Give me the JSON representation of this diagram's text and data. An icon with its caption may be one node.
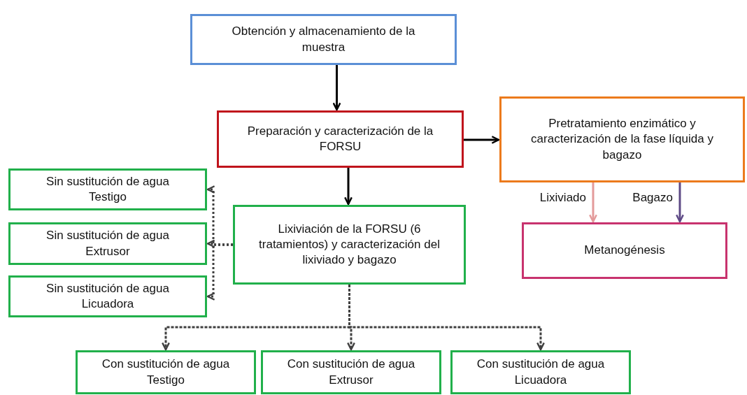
{
  "diagram": {
    "nodes": [
      {
        "text": [
          "Obtención y almacenamiento de la muestra"
        ]
      },
      {
        "text": [
          "Preparación y caracterización  de la FORSU"
        ]
      },
      {
        "text": [
          "Pretratamiento enzimático y caracterización de la fase líquida y bagazo"
        ]
      },
      {
        "text": [
          "Sin sustitución de agua Testigo"
        ]
      },
      {
        "text": [
          "Sin sustitución de agua Extrusor"
        ]
      },
      {
        "text": [
          "Sin sustitución de agua Licuadora"
        ]
      },
      {
        "text": [
          "Lixiviación de la FORSU (6 tratamientos) y caracterización del lixiviado y bagazo"
        ]
      },
      {
        "text": [
          "Metanogénesis"
        ]
      },
      {
        "text": [
          "Con sustitución de agua Testigo"
        ]
      },
      {
        "text": [
          "Con sustitución de agua Extrusor"
        ]
      },
      {
        "text": [
          "Con sustitución de agua Licuadora"
        ]
      }
    ],
    "edges": [
      {
        "from": 0,
        "to": 1,
        "arrow": "to"
      },
      {
        "from": 1,
        "to": 2,
        "arrow": "to"
      },
      {
        "from": 1,
        "to": 6,
        "arrow": "to"
      },
      {
        "from": 6,
        "to": 3,
        "arrow": "to",
        "style": "dashed"
      },
      {
        "from": 6,
        "to": 4,
        "arrow": "to",
        "style": "dashed"
      },
      {
        "from": 6,
        "to": 5,
        "arrow": "to",
        "style": "dashed"
      },
      {
        "from": 6,
        "to": 8,
        "arrow": "to",
        "style": "dashed"
      },
      {
        "from": 6,
        "to": 9,
        "arrow": "to",
        "style": "dashed"
      },
      {
        "from": 6,
        "to": 10,
        "arrow": "to",
        "style": "dashed"
      },
      {
        "from": 2,
        "to": 7,
        "arrow": "to",
        "label": "Lixiviado",
        "color": "#e39a9a"
      },
      {
        "from": 2,
        "to": 7,
        "arrow": "to",
        "label": "Bagazo",
        "color": "#5e4a86"
      }
    ]
  }
}
